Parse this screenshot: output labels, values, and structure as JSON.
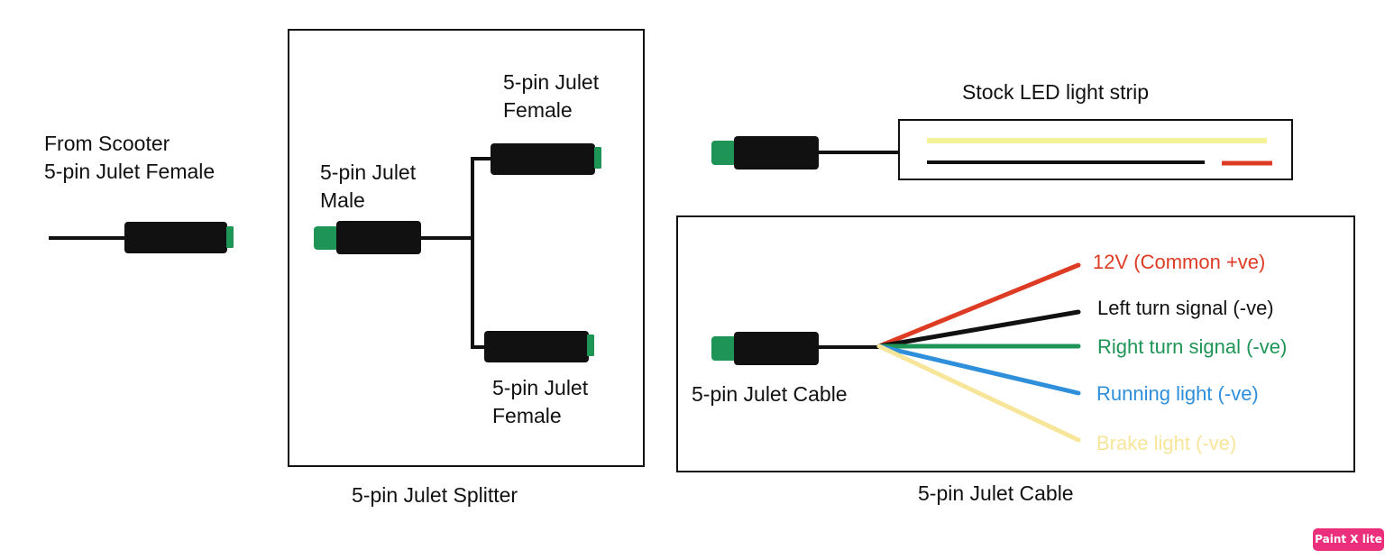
{
  "colors": {
    "wire": "#111111",
    "connector": "#111111",
    "connector_tip": "#1e9556",
    "box_border": "#111111",
    "led_yellow": "#f6f29a",
    "led_red": "#de3b24",
    "badge_bg": "#ec2f7c"
  },
  "scooter": {
    "label_line1": "From Scooter",
    "label_line2": "5-pin Julet Female"
  },
  "splitter": {
    "caption": "5-pin Julet Splitter",
    "male_line1": "5-pin Julet",
    "male_line2": "Male",
    "female_top_line1": "5-pin Julet",
    "female_top_line2": "Female",
    "female_bottom_line1": "5-pin Julet",
    "female_bottom_line2": "Female"
  },
  "led_strip": {
    "label": "Stock LED light strip"
  },
  "cable": {
    "caption": "5-pin Julet Cable",
    "connector_label": "5-pin Julet Cable",
    "wires": [
      {
        "label": "12V (Common +ve)",
        "color": "#de3b24"
      },
      {
        "label": "Left turn signal (-ve)",
        "color": "#111111"
      },
      {
        "label": "Right turn signal (-ve)",
        "color": "#1e9556"
      },
      {
        "label": "Running light (-ve)",
        "color": "#2f8fdb"
      },
      {
        "label": "Brake light (-ve)",
        "color": "#f7e59a"
      }
    ]
  },
  "watermark": {
    "text": "Paint X lite"
  }
}
